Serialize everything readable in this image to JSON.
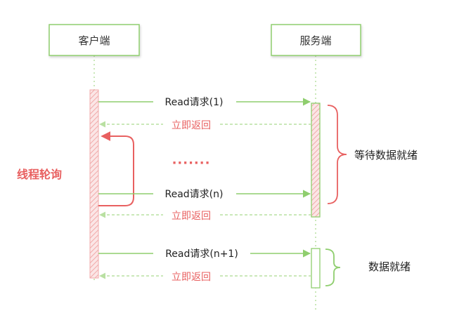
{
  "actors": {
    "client": "客户端",
    "server": "服务端"
  },
  "messages": [
    {
      "request": "Read请求(1)",
      "reply": "立即返回"
    },
    {
      "request": "Read请求(n)",
      "reply": "立即返回"
    },
    {
      "request": "Read请求(n+1)",
      "reply": "立即返回"
    }
  ],
  "ellipsis": "·······",
  "labels": {
    "thread_polling": "线程轮询",
    "waiting_data_ready": "等待数据就绪",
    "data_ready": "数据就绪"
  },
  "colors": {
    "green": "#8fce6e",
    "green_light": "#b9e0a2",
    "red": "#e86060",
    "red_light": "#f4b8b8"
  }
}
